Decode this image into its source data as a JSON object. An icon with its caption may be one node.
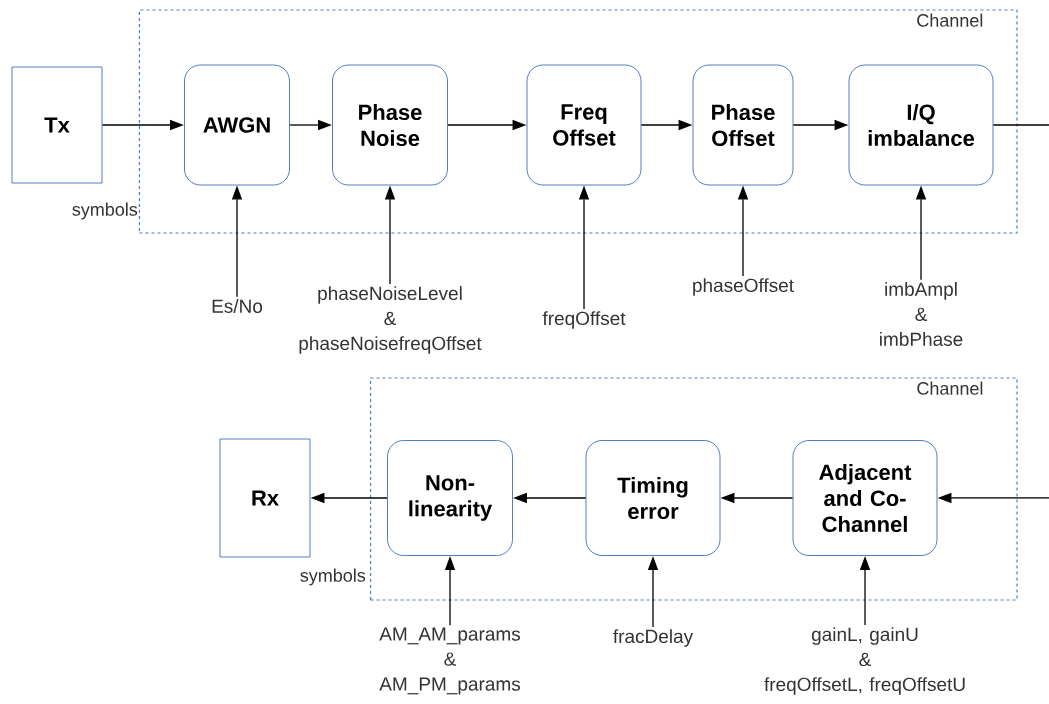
{
  "diagram": {
    "nodes": [
      {
        "text": [
          "Channel"
        ]
      },
      {
        "text": [
          "Tx"
        ],
        "beside": [
          "symbols"
        ]
      },
      {
        "text": [
          "AWGN"
        ],
        "in": 0
      },
      {
        "text": [
          "Phase Noise"
        ],
        "in": 0
      },
      {
        "text": [
          "Freq Offset"
        ],
        "in": 0
      },
      {
        "text": [
          "Phase Offset"
        ],
        "in": 0
      },
      {
        "text": [
          "I/Q imbalance"
        ],
        "in": 0
      },
      {
        "text": [
          "Es/No"
        ]
      },
      {
        "text": [
          "phaseNoiseLevel & phaseNoisefreqOffset"
        ]
      },
      {
        "text": [
          "freqOffset"
        ]
      },
      {
        "text": [
          "phaseOffset"
        ]
      },
      {
        "text": [
          "imbAmpl & imbPhase"
        ]
      },
      {
        "text": [
          "Channel"
        ]
      },
      {
        "text": [
          "Rx"
        ],
        "beside": [
          "symbols"
        ]
      },
      {
        "text": [
          "Non-linearity"
        ],
        "in": 12
      },
      {
        "text": [
          "Timing error"
        ],
        "in": 12
      },
      {
        "text": [
          "Adjacent and Co-Channel"
        ],
        "in": 12
      },
      {
        "text": [
          "AM_AM_params & AM_PM_params"
        ]
      },
      {
        "text": [
          "fracDelay"
        ]
      },
      {
        "text": [
          "gainL, gainU & freqOffsetL, freqOffsetU"
        ]
      }
    ],
    "edges": [
      {
        "from": 1,
        "to": 2,
        "arrow": "to"
      },
      {
        "from": 2,
        "to": 3,
        "arrow": "to"
      },
      {
        "from": 3,
        "to": 4,
        "arrow": "to"
      },
      {
        "from": 4,
        "to": 5,
        "arrow": "to"
      },
      {
        "from": 5,
        "to": 6,
        "arrow": "to"
      },
      {
        "from": 6,
        "to": null,
        "arrow": "none"
      },
      {
        "from": 7,
        "to": 2,
        "arrow": "to"
      },
      {
        "from": 8,
        "to": 3,
        "arrow": "to"
      },
      {
        "from": 9,
        "to": 4,
        "arrow": "to"
      },
      {
        "from": 10,
        "to": 5,
        "arrow": "to"
      },
      {
        "from": 11,
        "to": 6,
        "arrow": "to"
      },
      {
        "from": null,
        "to": 16,
        "arrow": "to"
      },
      {
        "from": 16,
        "to": 15,
        "arrow": "to"
      },
      {
        "from": 15,
        "to": 14,
        "arrow": "to"
      },
      {
        "from": 14,
        "to": 13,
        "arrow": "to"
      },
      {
        "from": 17,
        "to": 14,
        "arrow": "to"
      },
      {
        "from": 18,
        "to": 15,
        "arrow": "to"
      },
      {
        "from": 19,
        "to": 16,
        "arrow": "to"
      }
    ]
  }
}
